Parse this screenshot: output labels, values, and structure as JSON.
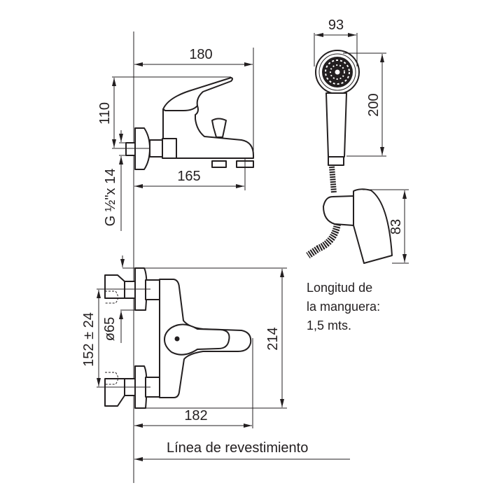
{
  "dimensions": {
    "top_width": "180",
    "top_height": "110",
    "thread": "G ½\"x 14",
    "spout_length": "165",
    "shower_width": "93",
    "shower_length": "200",
    "holder_height": "83",
    "front_height": "214",
    "center_distance": "152 ± 24",
    "flange_diameter": "ø65",
    "front_depth": "182"
  },
  "notes": {
    "hose_line1": "Longitud de",
    "hose_line2": "la manguera:",
    "hose_line3": "1,5 mts."
  },
  "wall_label": "Línea de revestimiento",
  "colors": {
    "ink": "#231f20",
    "background": "#ffffff"
  }
}
